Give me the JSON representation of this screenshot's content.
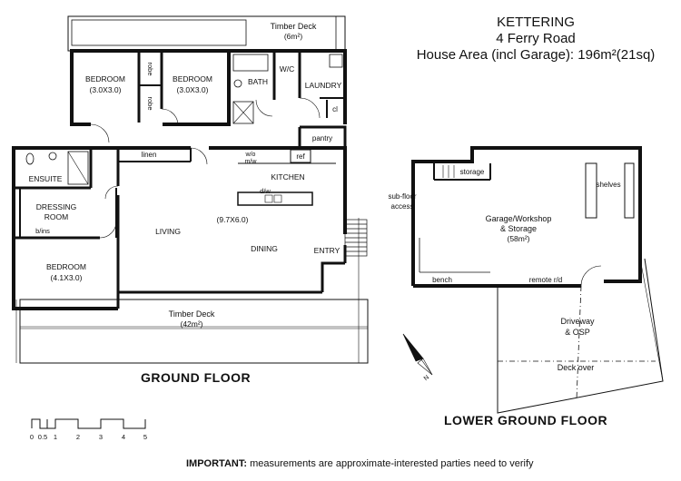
{
  "header": {
    "suburb": "KETTERING",
    "address": "4 Ferry Road",
    "area": "House Area (incl Garage): 196m²(21sq)"
  },
  "ground_floor": {
    "title": "GROUND FLOOR",
    "labels": {
      "deck_top": "Timber Deck",
      "deck_top_size": "(6m²)",
      "bedroom1": "BEDROOM",
      "bedroom1_size": "(3.0X3.0)",
      "robe1": "robe",
      "robe2": "robe",
      "bedroom2": "BEDROOM",
      "bedroom2_size": "(3.0X3.0)",
      "bath": "BATH",
      "wc": "W/C",
      "laundry": "LAUNDRY",
      "cl": "cl",
      "pantry": "pantry",
      "ensuite": "ENSUITE",
      "linen": "linen",
      "wo": "w/o",
      "mw": "m/w",
      "ref": "ref",
      "kitchen": "KITCHEN",
      "dw": "d/w",
      "dressing1": "DRESSING",
      "dressing2": "ROOM",
      "bins": "b/ins",
      "living": "LIVING",
      "living_size": "(9.7X6.0)",
      "dining": "DINING",
      "entry": "ENTRY",
      "bedroom3": "BEDROOM",
      "bedroom3_size": "(4.1X3.0)",
      "deck_main": "Timber Deck",
      "deck_main_size": "(42m²)"
    }
  },
  "lower_floor": {
    "title": "LOWER GROUND FLOOR",
    "labels": {
      "storage": "storage",
      "shelves": "shelves",
      "subfloor1": "sub-floor",
      "subfloor2": "access",
      "garage1": "Garage/Workshop",
      "garage2": "& Storage",
      "garage3": "(58m²)",
      "bench": "bench",
      "remote": "remote r/d",
      "driveway1": "Driveway",
      "driveway2": "& OSP",
      "deck_over": "Deck over"
    }
  },
  "compass": {
    "label": "N"
  },
  "scale_bar": {
    "ticks": [
      "0",
      "0.5",
      "1",
      "2",
      "3",
      "4",
      "5"
    ]
  },
  "footer": {
    "important": "IMPORTANT:",
    "note": " measurements are approximate-interested parties need to verify"
  }
}
